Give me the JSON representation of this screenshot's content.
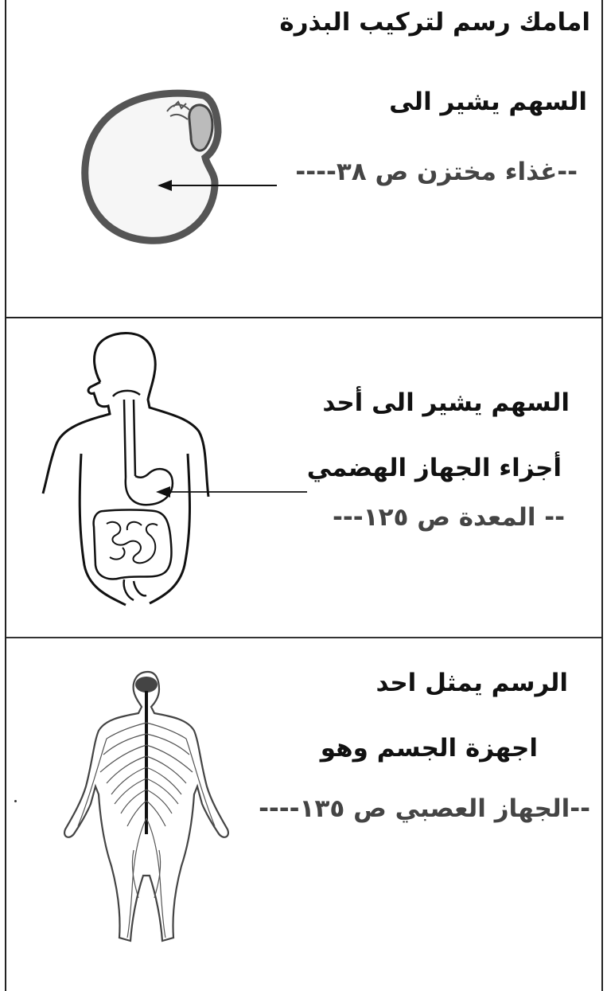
{
  "q1": {
    "title": "امامك رسم لتركيب البذرة",
    "line1": "السهم يشير الى",
    "answer": "--غذاء مختزن ص ٣٨----"
  },
  "q2": {
    "line1": "السهم يشير الى أحد",
    "line2": "أجزاء الجهاز الهضمي",
    "answer": "--  المعدة ص ١٢٥---"
  },
  "q3": {
    "line1": "الرسم يمثل احد",
    "line2": "اجهزة الجسم وهو",
    "answer": "--الجهاز العصبي ص ١٣٥----"
  },
  "illustrations": [
    "seed-diagram",
    "digestive-system-diagram",
    "nervous-system-diagram"
  ]
}
